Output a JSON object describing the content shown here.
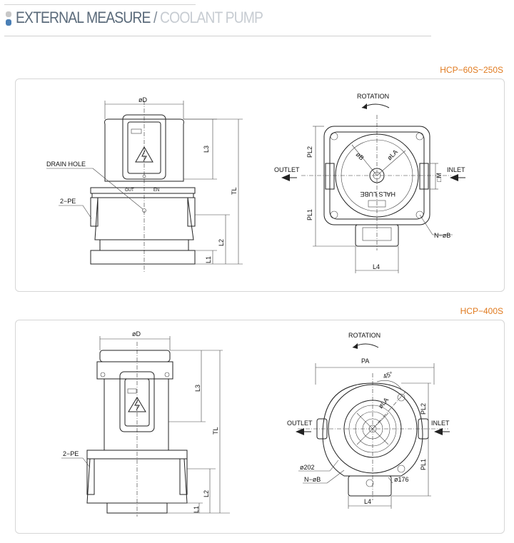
{
  "header": {
    "title_main": "EXTERNAL MEASURE",
    "title_sep": " / ",
    "title_sub": "COOLANT PUMP"
  },
  "sections": [
    {
      "model": "HCP−60S~250S",
      "front": {
        "diameter": "øD",
        "l3": "L3",
        "tl": "TL",
        "l2": "L2",
        "l1": "L1",
        "drain_hole": "DRAIN HOLE",
        "two_pe": "2−PE",
        "out": "OUT",
        "en": "EN"
      },
      "top": {
        "rotation": "ROTATION",
        "outlet": "OUTLET",
        "inlet": "INLET",
        "pl2": "PL2",
        "pl1": "PL1",
        "phi_b": "øB",
        "phi_la": "øLA",
        "m": "□M",
        "n_phi_b": "N−øB",
        "l4": "L4",
        "brand": "HALS LUBE"
      }
    },
    {
      "model": "HCP−400S",
      "front": {
        "diameter": "øD",
        "l3": "L3",
        "tl": "TL",
        "l2": "L2",
        "l1": "L1",
        "two_pe": "2−PE"
      },
      "top": {
        "rotation": "ROTATION",
        "pa": "PA",
        "angle": "45°",
        "la": "øLA",
        "outlet": "OUTLET",
        "inlet": "INLET",
        "pl2": "PL2",
        "pl1": "PL1",
        "d202": "ø202",
        "n_phi_b": "N−øB",
        "d176": "ø176",
        "l4": "L4"
      }
    }
  ],
  "colors": {
    "accent_orange": "#e07a1f",
    "title_dark": "#5a6a7a",
    "title_light": "#c7ccd2",
    "bullet_blue": "#4a7fb5"
  }
}
